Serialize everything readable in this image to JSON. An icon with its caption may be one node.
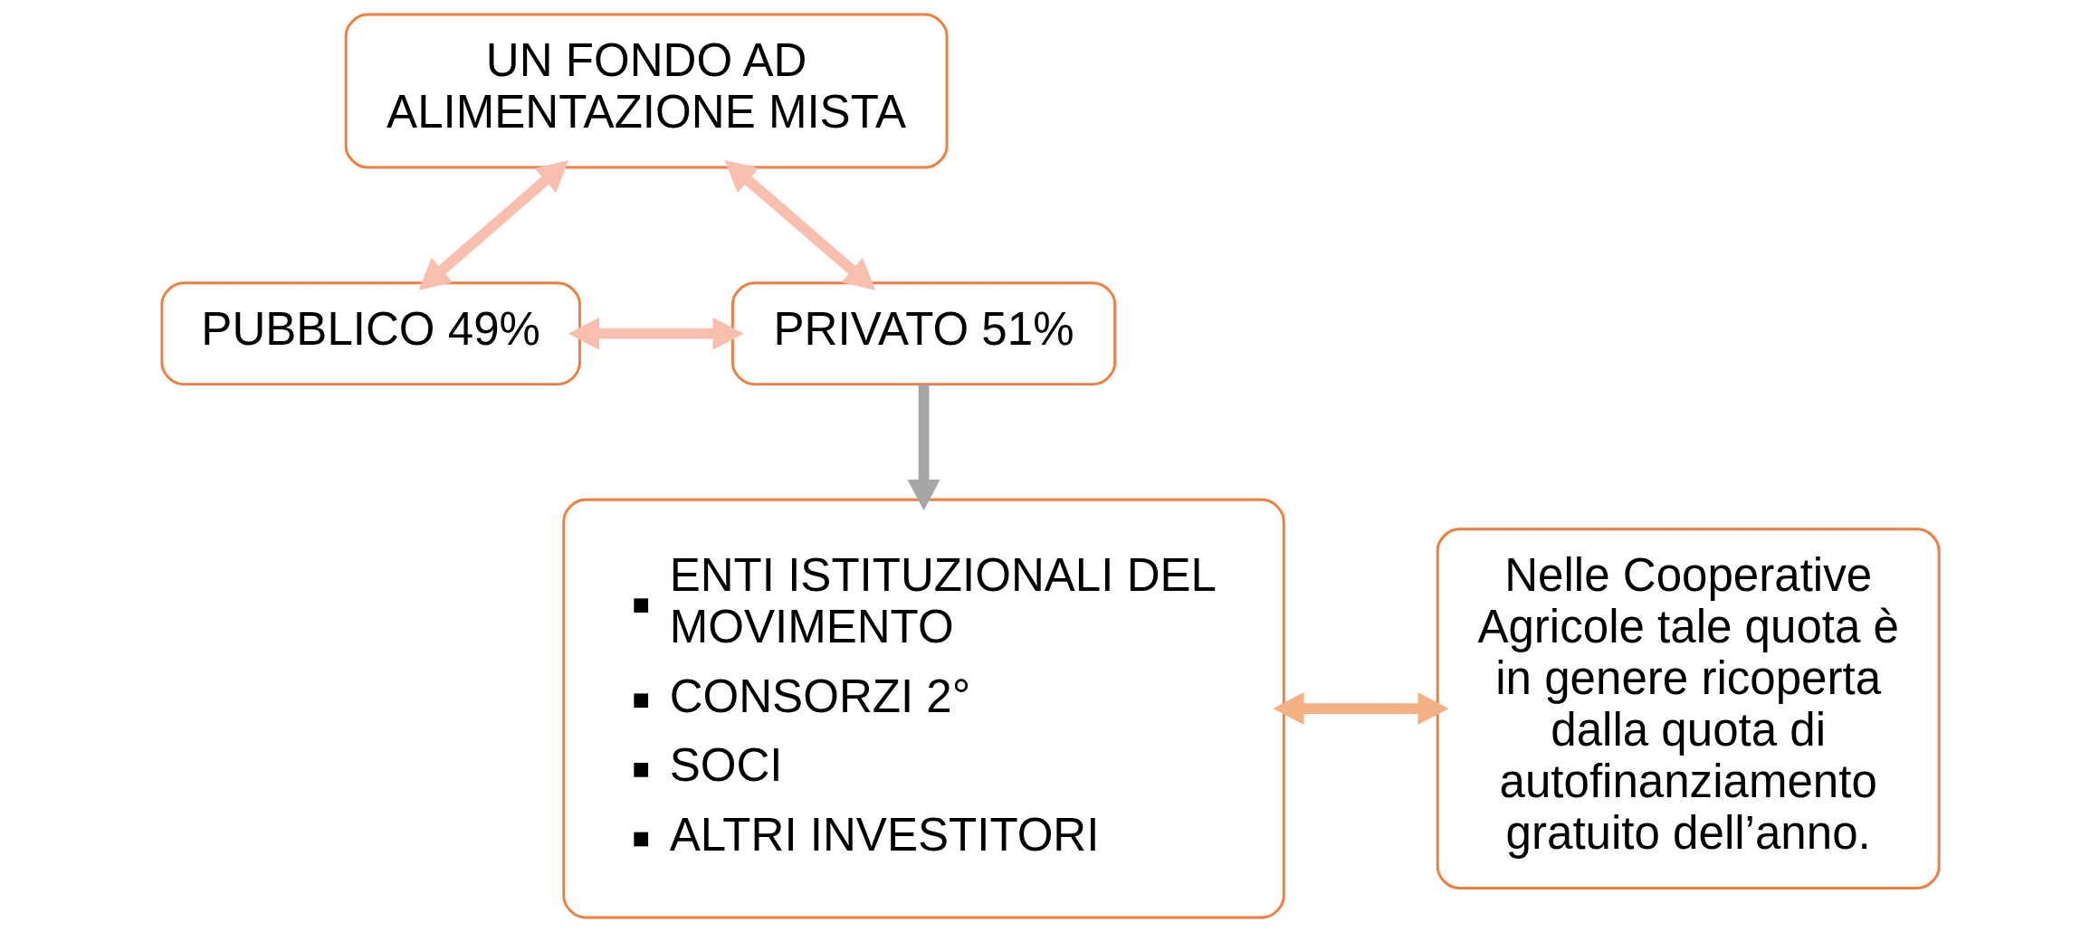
{
  "diagram": {
    "nodes": [
      {
        "text": [
          "UN FONDO AD ALIMENTAZIONE MISTA"
        ]
      },
      {
        "text": [
          "PUBBLICO 49%"
        ]
      },
      {
        "text": [
          "PRIVATO 51%"
        ]
      },
      {
        "text": [
          "ENTI ISTITUZIONALI DEL MOVIMENTO",
          "CONSORZI 2°",
          "SOCI",
          "ALTRI INVESTITORI"
        ]
      },
      {
        "text": [
          "Nelle Cooperative Agricole tale quota è in genere ricoperta dalla quota di autofinanziamento gratuito dell’anno."
        ]
      }
    ],
    "edges": [
      {
        "from": 0,
        "to": 1,
        "arrow": "both"
      },
      {
        "from": 0,
        "to": 2,
        "arrow": "both"
      },
      {
        "from": 1,
        "to": 2,
        "arrow": "both"
      },
      {
        "from": 2,
        "to": 3,
        "arrow": "to",
        "color": "#a6a6a6"
      },
      {
        "from": 3,
        "to": 4,
        "arrow": "both",
        "color": "#f4b183"
      }
    ]
  }
}
